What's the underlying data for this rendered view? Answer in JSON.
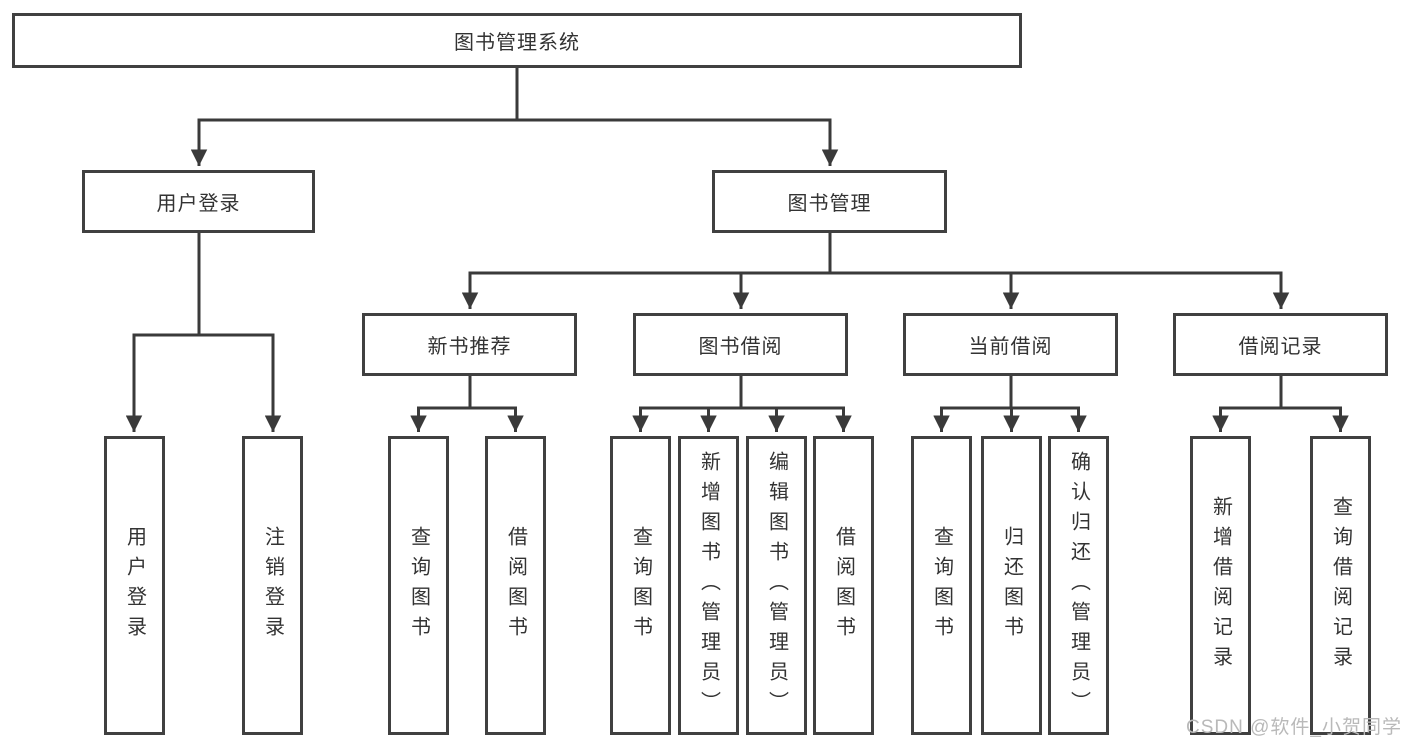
{
  "tree": {
    "root": {
      "label": "图书管理系统"
    },
    "branches": [
      {
        "label": "用户登录",
        "children": [
          {
            "label": "用户登录"
          },
          {
            "label": "注销登录"
          }
        ]
      },
      {
        "label": "图书管理",
        "children": [
          {
            "label": "新书推荐",
            "children": [
              {
                "label": "查询图书"
              },
              {
                "label": "借阅图书"
              }
            ]
          },
          {
            "label": "图书借阅",
            "children": [
              {
                "label": "查询图书"
              },
              {
                "label": "新增图书（管理员）"
              },
              {
                "label": "编辑图书（管理员）"
              },
              {
                "label": "借阅图书"
              }
            ]
          },
          {
            "label": "当前借阅",
            "children": [
              {
                "label": "查询图书"
              },
              {
                "label": "归还图书"
              },
              {
                "label": "确认归还（管理员）"
              }
            ]
          },
          {
            "label": "借阅记录",
            "children": [
              {
                "label": "新增借阅记录"
              },
              {
                "label": "查询借阅记录"
              }
            ]
          }
        ]
      }
    ]
  },
  "watermark": {
    "text": "CSDN @软件_小贺同学"
  },
  "colors": {
    "line": "#3a3a3a",
    "box_border": "#404040",
    "text": "#333333",
    "watermark": "#b9b9b9"
  }
}
